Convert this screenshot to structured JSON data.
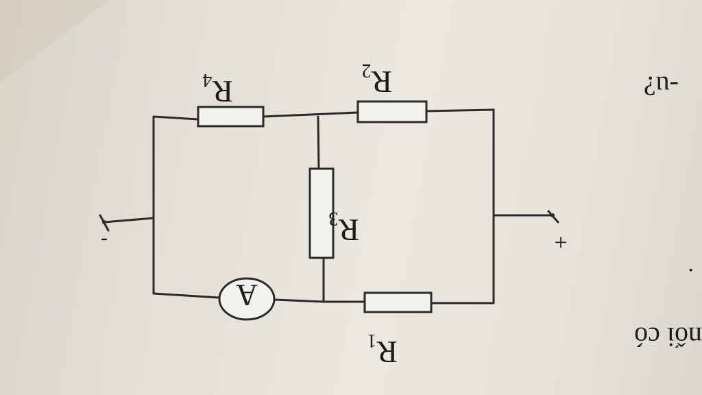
{
  "diagram": {
    "resistors": [
      {
        "id": "r1",
        "label": "R",
        "sub": "1"
      },
      {
        "id": "r2",
        "label": "R",
        "sub": "2"
      },
      {
        "id": "r3",
        "label": "R",
        "sub": "3"
      },
      {
        "id": "r4",
        "label": "R",
        "sub": "4"
      }
    ],
    "ammeter_label": "A",
    "terminal_plus": "+",
    "terminal_minus": "-"
  },
  "page_text": {
    "fragment_top": "-u?",
    "fragment_bottom": "nối có",
    "fragment_dot": "."
  }
}
